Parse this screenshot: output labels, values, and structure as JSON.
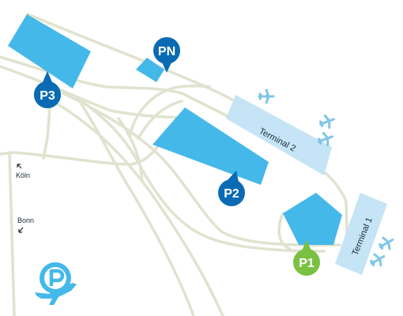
{
  "map": {
    "colors": {
      "road": "#dfe3cf",
      "parking_lot": "#45b8ea",
      "terminal": "#c5e4f6",
      "pin_blue": "#0a6bb4",
      "pin_green": "#7ac143",
      "airplane": "#7fc6ea"
    },
    "pins": {
      "p1": {
        "label": "P1",
        "color": "green"
      },
      "p2": {
        "label": "P2",
        "color": "blue"
      },
      "p3": {
        "label": "P3",
        "color": "blue"
      },
      "pn": {
        "label": "PN",
        "color": "blue"
      }
    },
    "terminals": {
      "t1": {
        "label": "Terminal 1"
      },
      "t2": {
        "label": "Terminal 2"
      }
    },
    "directions": {
      "koln": {
        "label": "Köln",
        "arrow": "north-west"
      },
      "bonn": {
        "label": "Bonn",
        "arrow": "south-west"
      }
    },
    "logo": {
      "icon": "parking-airplane-icon"
    }
  }
}
